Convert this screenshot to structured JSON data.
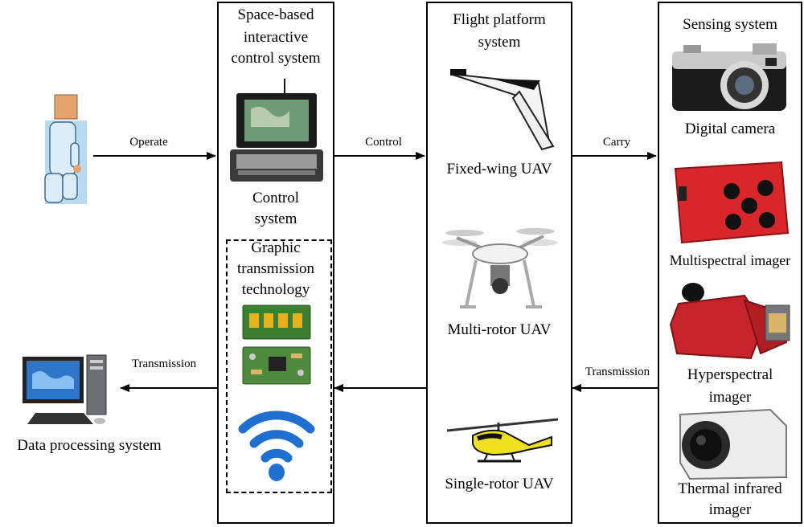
{
  "operator": {
    "icon": "person-icon"
  },
  "links": {
    "operate": "Operate",
    "control": "Control",
    "carry": "Carry",
    "transmission_left": "Transmission",
    "transmission_right": "Transmission"
  },
  "data_processing": {
    "label": "Data processing system",
    "icon": "desktop-computer-icon"
  },
  "control_box": {
    "title": "Space-based interactive control system",
    "title_lines": [
      "Space-based",
      "interactive",
      "control system"
    ],
    "device_label_lines": [
      "Control",
      "system"
    ],
    "graphic_lines": [
      "Graphic",
      "transmission",
      "technology"
    ]
  },
  "flight_box": {
    "title_lines": [
      "Flight platform",
      "system"
    ],
    "items": [
      "Fixed-wing UAV",
      "Multi-rotor UAV",
      "Single-rotor UAV"
    ]
  },
  "sensing_box": {
    "title": "Sensing system",
    "items": [
      {
        "lines": [
          "Digital camera"
        ],
        "icon": "digital-camera-icon"
      },
      {
        "lines": [
          "Multispectral imager"
        ],
        "icon": "multispectral-imager-icon"
      },
      {
        "lines": [
          "Hyperspectral",
          "imager"
        ],
        "icon": "hyperspectral-imager-icon"
      },
      {
        "lines": [
          "Thermal infrared",
          "imager"
        ],
        "icon": "thermal-infrared-imager-icon"
      }
    ]
  },
  "colors": {
    "wifi": "#1f6fd1",
    "camera_red": "#d8262a",
    "chip_green": "#3f7d33"
  }
}
